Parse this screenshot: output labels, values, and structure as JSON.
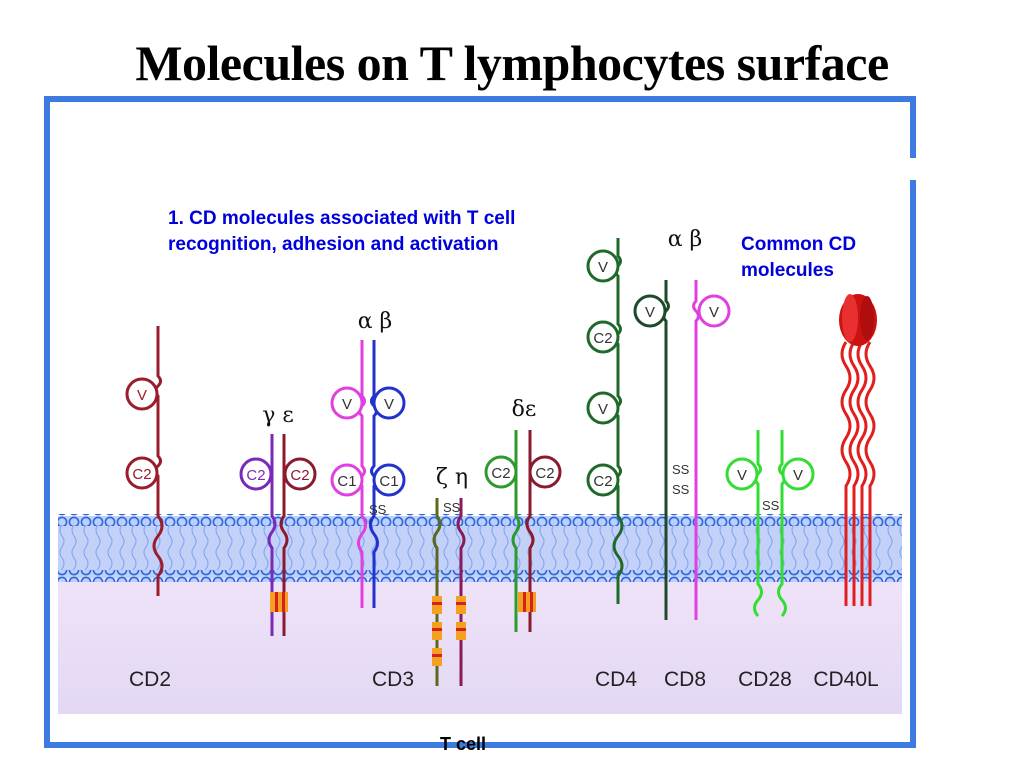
{
  "title": "Molecules on T lymphocytes surface",
  "group_label_line1": "1. CD molecules associated with T cell",
  "group_label_line2": "recognition, adhesion and activation",
  "common_label_line1": "Common CD",
  "common_label_line2": "molecules",
  "cell_label": "T cell",
  "molecules": {
    "cd2": "CD2",
    "cd3": "CD3",
    "cd4": "CD4",
    "cd8": "CD8",
    "cd28": "CD28",
    "cd40l": "CD40L"
  },
  "chain_labels": {
    "gamma_epsilon": "γ ε",
    "alpha_beta_tcr": "α β",
    "zeta_eta": "ζ η",
    "delta_epsilon": "δε",
    "alpha_beta_cd8": "α β"
  },
  "domains": {
    "v": "V",
    "c1": "C1",
    "c2": "C2",
    "ss": "SS"
  },
  "colors": {
    "frame": "#3d7be0",
    "membrane_band": "#b8c8f5",
    "membrane_heads": "#3d7be0",
    "cytoplasm": "#e8ddf6",
    "text_blue": "#0000dd",
    "cd2": "#9b1c2c",
    "cd3_gamma": "#7a2ab8",
    "cd3_epsilon": "#8b1a2e",
    "tcr_alpha": "#e040e0",
    "tcr_beta": "#2233cc",
    "cd3_zeta": "#5a6a1a",
    "cd3_eta": "#8b1a5a",
    "cd3_delta": "#2e9a2e",
    "cd4": "#1f6a2a",
    "cd8_alpha": "#1e4a2a",
    "cd8_beta": "#e040e0",
    "cd28": "#33dd33",
    "cd40l": "#e02020",
    "itam_orange": "#f4a020",
    "itam_red": "#d82020"
  }
}
